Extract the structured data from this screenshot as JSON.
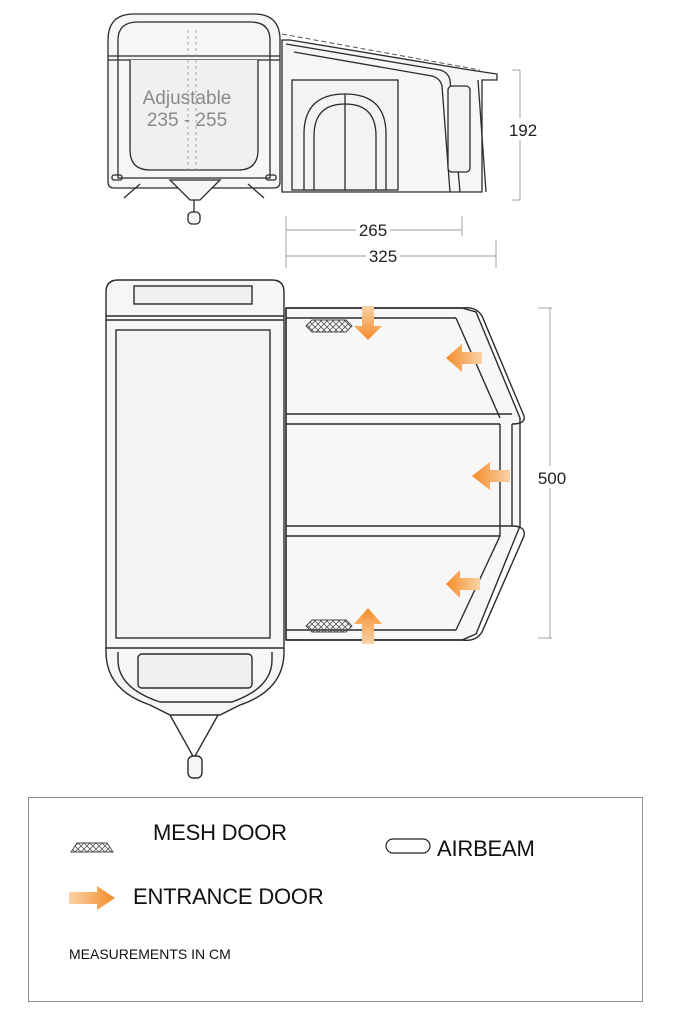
{
  "adjustable": {
    "line1": "Adjustable",
    "line2": "235 - 255"
  },
  "dimensions": {
    "height": "192",
    "depth_inner": "265",
    "depth_outer": "325",
    "width": "500"
  },
  "legend": {
    "mesh_door": "MESH DOOR",
    "airbeam": "AIRBEAM",
    "entrance_door": "ENTRANCE DOOR",
    "units_note": "MEASUREMENTS IN CM"
  },
  "colors": {
    "outline": "#2b2b2b",
    "fill": "#f6f6f6",
    "accent": "#f28c28",
    "dim_line": "#999999"
  }
}
